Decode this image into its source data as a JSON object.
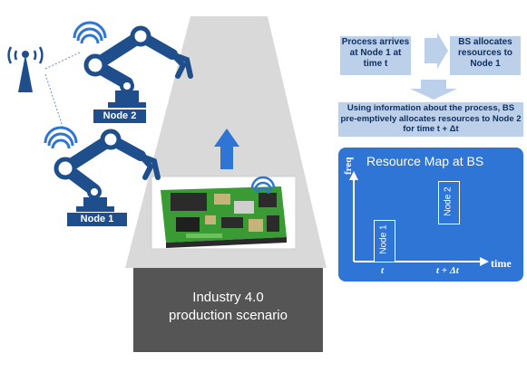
{
  "robots": {
    "node2_label": "Node 2",
    "node1_label": "Node 1"
  },
  "flow": {
    "box1": "Process arrives at Node 1 at time t",
    "box2": "BS allocates resources to Node 1",
    "banner": "Using information about the process, BS pre-emptively allocates resources to Node 2 for time t + Δt"
  },
  "resource_map": {
    "title": "Resource Map at BS",
    "y_axis": "freq",
    "x_axis": "time",
    "node1_block": "Node 1",
    "node2_block": "Node 2",
    "tick1": "t",
    "tick2": "t + Δt"
  },
  "scenario": {
    "line1": "Industry 4.0",
    "line2": "production scenario"
  },
  "colors": {
    "robot_blue": "#1f4e8c",
    "accent_blue": "#2f75d6",
    "light_box": "#bdd0ea",
    "platform_gray": "#d9d9d9",
    "base_dark": "#555555"
  }
}
